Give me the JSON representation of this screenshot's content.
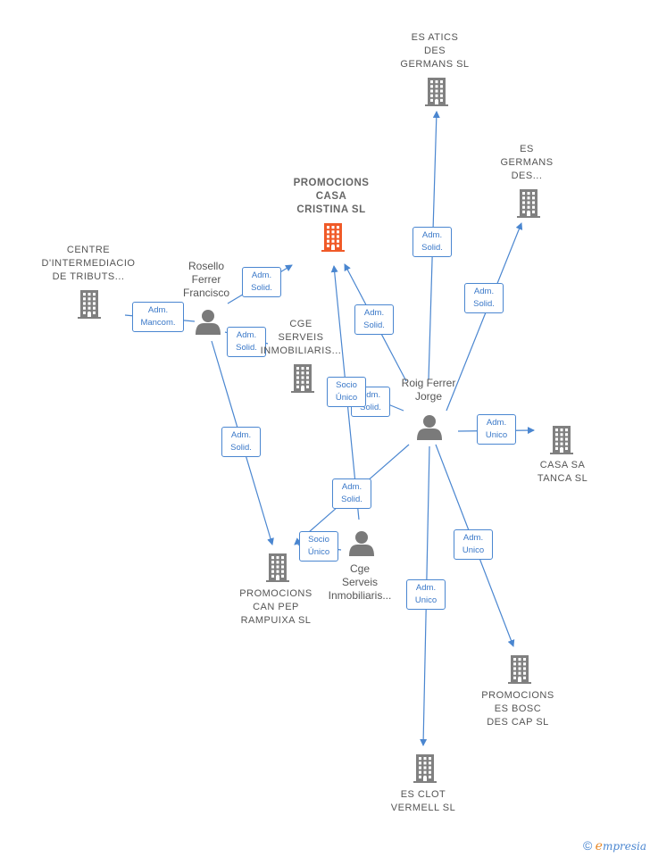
{
  "companies": [
    {
      "id": "focus",
      "label": "PROMOCIONS\nCASA\nCRISTINA  SL",
      "focus": true
    },
    {
      "id": "atics",
      "label": "ES ATICS\nDES\nGERMANS  SL"
    },
    {
      "id": "germans",
      "label": "ES\nGERMANS\nDES..."
    },
    {
      "id": "centre",
      "label": "CENTRE\nD'INTERMEDIACIO\nDE TRIBUTS..."
    },
    {
      "id": "cge",
      "label": "CGE\nSERVEIS\nINMOBILIARIS..."
    },
    {
      "id": "sa_tanca",
      "label": "CASA SA\nTANCA  SL"
    },
    {
      "id": "can_pep",
      "label": "PROMOCIONS\nCAN PEP\nRAMPUIXA  SL"
    },
    {
      "id": "bosc",
      "label": "PROMOCIONS\nES BOSC\nDES CAP  SL"
    },
    {
      "id": "clot",
      "label": "ES CLOT\nVERMELL  SL"
    }
  ],
  "persons": [
    {
      "id": "rosello",
      "label": "Rosello\nFerrer\nFrancisco"
    },
    {
      "id": "roig",
      "label": "Roig Ferrer\nJorge"
    },
    {
      "id": "cge_p",
      "label": "Cge\nServeis\nInmobiliaris..."
    }
  ],
  "edges": [
    {
      "id": "rosello_focus",
      "label": "Adm.\nSolid."
    },
    {
      "id": "rosello_centre",
      "label": "Adm.\nMancom."
    },
    {
      "id": "rosello_cge",
      "label": "Adm.\nSolid."
    },
    {
      "id": "rosello_canpep",
      "label": "Adm.\nSolid."
    },
    {
      "id": "roig_focus",
      "label": "Adm.\nSolid."
    },
    {
      "id": "roig_atics",
      "label": "Adm.\nSolid."
    },
    {
      "id": "roig_germans",
      "label": "Adm.\nSolid."
    },
    {
      "id": "roig_cge",
      "label": "Adm.\nSolid."
    },
    {
      "id": "roig_satanca",
      "label": "Adm.\nUnico"
    },
    {
      "id": "roig_canpep",
      "label": "Adm.\nSolid."
    },
    {
      "id": "roig_bosc",
      "label": "Adm.\nUnico"
    },
    {
      "id": "roig_clot",
      "label": "Adm.\nUnico"
    },
    {
      "id": "cgep_focus",
      "label": "Socio\nÚnico"
    },
    {
      "id": "cgep_canpep",
      "label": "Socio\nÚnico"
    }
  ],
  "colors": {
    "edge": "#4a86d0",
    "building": "#808080",
    "focus_building": "#f05a28",
    "person": "#7a7a7a"
  },
  "footer": {
    "copyright": "©",
    "brand_initial": "e",
    "brand_rest": "mpresia"
  }
}
